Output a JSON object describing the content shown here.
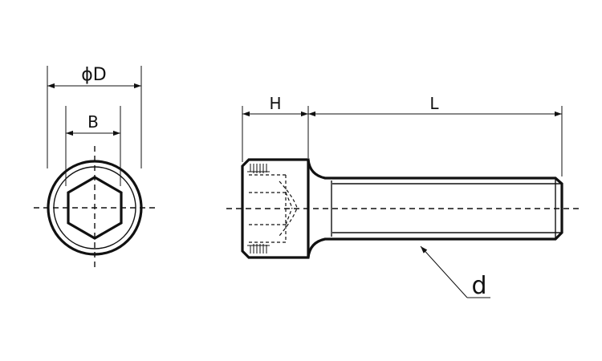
{
  "labels": {
    "diameter_D": "ϕD",
    "hex_size_B": "B",
    "head_height_H": "H",
    "length_L": "L",
    "thread_d": "d"
  },
  "colors": {
    "line": "#111111",
    "background": "#ffffff"
  }
}
